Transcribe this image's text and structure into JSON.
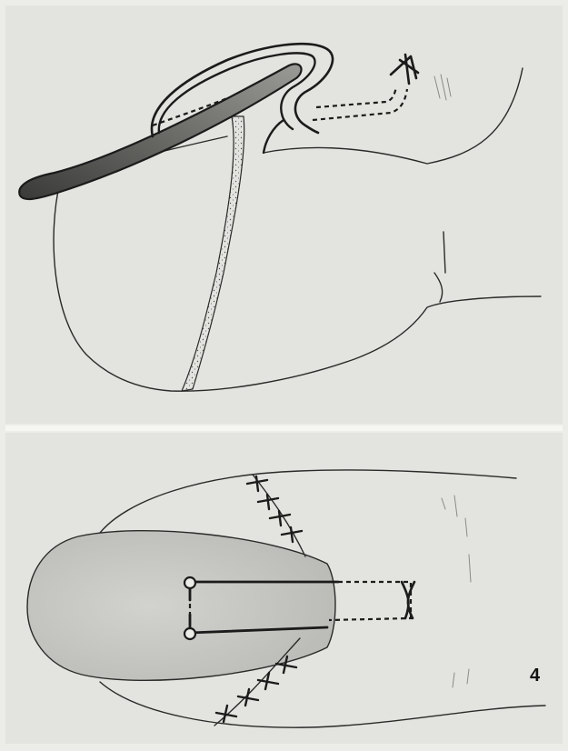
{
  "figure": {
    "number_label": "4"
  },
  "colors": {
    "paper": "#ecece8",
    "ink": "#1b1b1b",
    "shading": "#6e6e6a"
  },
  "icons": [
    "top-view-side-panel",
    "top-view-plan-panel"
  ]
}
